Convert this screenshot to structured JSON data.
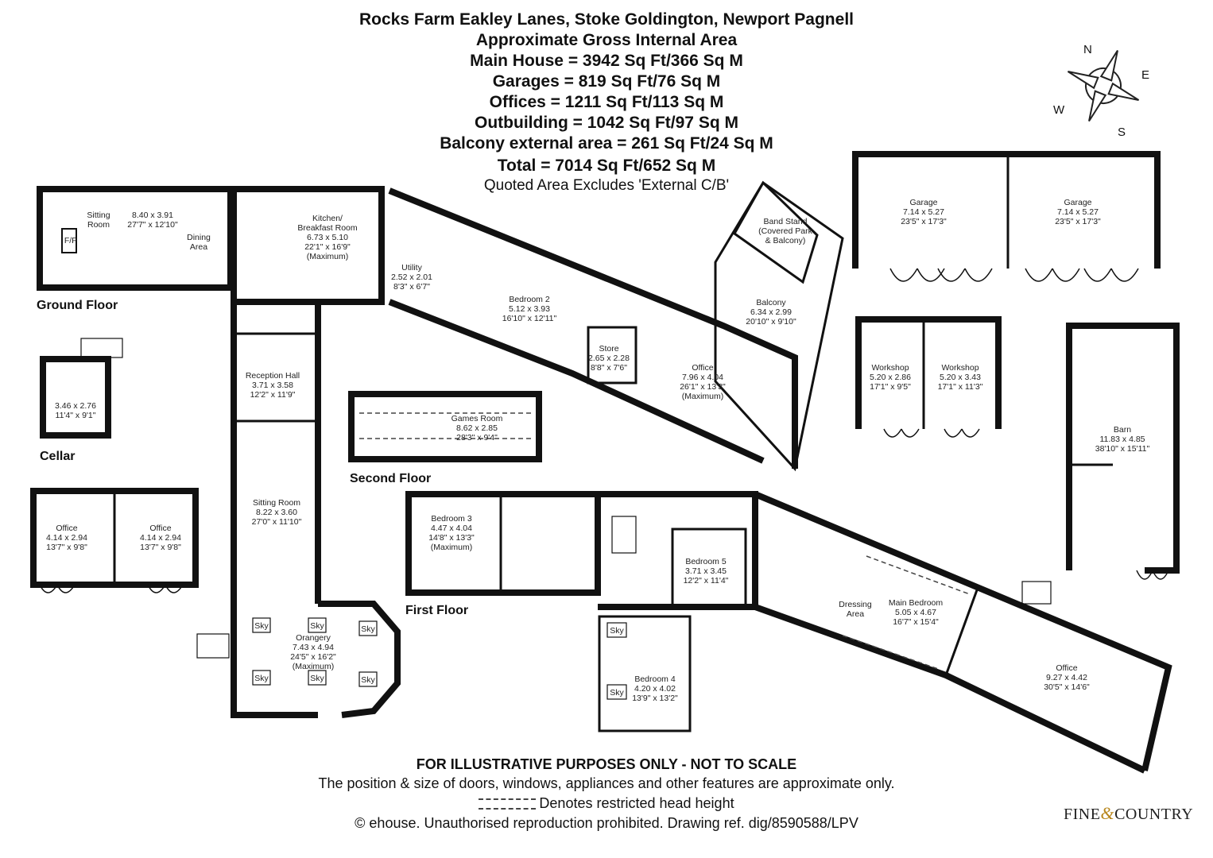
{
  "header": {
    "address": "Rocks Farm Eakley Lanes, Stoke Goldington, Newport Pagnell",
    "area_title": "Approximate Gross Internal Area",
    "main_house": "Main House = 3942 Sq Ft/366 Sq M",
    "garages": "Garages = 819 Sq Ft/76 Sq M",
    "offices": "Offices = 1211 Sq Ft/113 Sq M",
    "outbuilding": "Outbuilding = 1042 Sq Ft/97 Sq M",
    "balcony": "Balcony external area = 261 Sq Ft/24 Sq M",
    "total": "Total = 7014 Sq Ft/652 Sq M",
    "excludes": "Quoted Area Excludes 'External C/B'"
  },
  "compass": {
    "n": "N",
    "e": "E",
    "s": "S",
    "w": "W"
  },
  "floors": {
    "ground": "Ground Floor",
    "cellar": "Cellar",
    "second": "Second Floor",
    "first": "First Floor"
  },
  "rooms": {
    "sitting1": {
      "name": "Sitting",
      "name2": "Room",
      "dims": "8.40 x 3.91",
      "imp": "27'7\" x 12'10\""
    },
    "fp": "F/P",
    "dining": {
      "name": "Dining",
      "name2": "Area"
    },
    "kitchen": {
      "name": "Kitchen/",
      "name2": "Breakfast Room",
      "dims": "6.73 x 5.10",
      "imp": "22'1\" x 16'9\"",
      "note": "(Maximum)"
    },
    "utility": {
      "name": "Utility",
      "dims": "2.52 x 2.01",
      "imp": "8'3\" x 6'7\""
    },
    "bedroom2": {
      "name": "Bedroom 2",
      "dims": "5.12 x 3.93",
      "imp": "16'10\" x 12'11\""
    },
    "store": {
      "name": "Store",
      "dims": "2.65 x 2.28",
      "imp": "8'8\" x 7'6\""
    },
    "office_main": {
      "name": "Office",
      "dims": "7.96 x 4.04",
      "imp": "26'1\" x 13'3\"",
      "note": "(Maximum)"
    },
    "balcony": {
      "name": "Balcony",
      "dims": "6.34 x 2.99",
      "imp": "20'10\" x 9'10\""
    },
    "bandstand": {
      "name": "Band Stand",
      "line2": "(Covered Park",
      "line3": "& Balcony)"
    },
    "garage1": {
      "name": "Garage",
      "dims": "7.14 x 5.27",
      "imp": "23'5\" x 17'3\""
    },
    "garage2": {
      "name": "Garage",
      "dims": "7.14 x 5.27",
      "imp": "23'5\" x 17'3\""
    },
    "workshop1": {
      "name": "Workshop",
      "dims": "5.20 x 2.86",
      "imp": "17'1\" x 9'5\""
    },
    "workshop2": {
      "name": "Workshop",
      "dims": "5.20 x 3.43",
      "imp": "17'1\" x 11'3\""
    },
    "barn": {
      "name": "Barn",
      "dims": "11.83 x 4.85",
      "imp": "38'10\" x 15'11\""
    },
    "cellar": {
      "dims": "3.46 x 2.76",
      "imp": "11'4\" x 9'1\""
    },
    "reception": {
      "name": "Reception Hall",
      "dims": "3.71 x 3.58",
      "imp": "12'2\" x 11'9\""
    },
    "games": {
      "name": "Games Room",
      "dims": "8.62 x 2.85",
      "imp": "28'3\" x 9'4\""
    },
    "office_l": {
      "name": "Office",
      "dims": "4.14 x 2.94",
      "imp": "13'7\" x 9'8\""
    },
    "office_r": {
      "name": "Office",
      "dims": "4.14 x 2.94",
      "imp": "13'7\" x 9'8\""
    },
    "sitting2": {
      "name": "Sitting Room",
      "dims": "8.22 x 3.60",
      "imp": "27'0\" x 11'10\""
    },
    "bedroom3": {
      "name": "Bedroom 3",
      "dims": "4.47 x 4.04",
      "imp": "14'8\" x 13'3\"",
      "note": "(Maximum)"
    },
    "bedroom5": {
      "name": "Bedroom 5",
      "dims": "3.71 x 3.45",
      "imp": "12'2\" x 11'4\""
    },
    "orangery": {
      "name": "Orangery",
      "dims": "7.43 x 4.94",
      "imp": "24'5\" x 16'2\"",
      "note": "(Maximum)"
    },
    "bedroom4": {
      "name": "Bedroom 4",
      "dims": "4.20 x 4.02",
      "imp": "13'9\" x 13'2\""
    },
    "dressing": {
      "name": "Dressing",
      "name2": "Area"
    },
    "mainbed": {
      "name": "Main Bedroom",
      "dims": "5.05 x 4.67",
      "imp": "16'7\" x 15'4\""
    },
    "office_f": {
      "name": "Office",
      "dims": "9.27 x 4.42",
      "imp": "30'5\" x 14'6\""
    },
    "sky": "Sky"
  },
  "footer": {
    "illustrative": "FOR ILLUSTRATIVE PURPOSES ONLY - NOT TO SCALE",
    "position": "The position & size of doors, windows, appliances and other features are approximate only.",
    "restricted": "Denotes restricted head height",
    "copyright": "© ehouse. Unauthorised reproduction prohibited. Drawing ref. dig/8590588/LPV"
  },
  "logo": {
    "left": "FINE",
    "amp": "&",
    "right": "COUNTRY"
  }
}
